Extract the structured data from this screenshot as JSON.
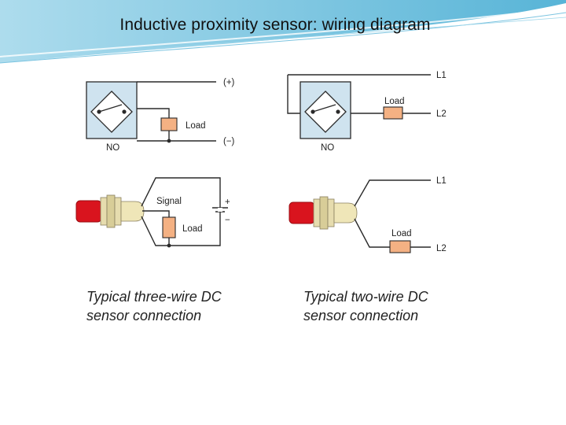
{
  "slide": {
    "title": "Inductive proximity sensor: wiring diagram",
    "caption_left": "Typical three-wire DC sensor connection",
    "caption_right": "Typical two-wire DC sensor connection"
  },
  "three_wire_symbol": {
    "plus_label": "(+)",
    "minus_label": "(−)",
    "load_label": "Load",
    "contact_label": "NO"
  },
  "two_wire_symbol": {
    "l1_label": "L1",
    "l2_label": "L2",
    "load_label": "Load",
    "contact_label": "NO"
  },
  "three_wire_physical": {
    "signal_label": "Signal",
    "load_label": "Load",
    "plus_label": "+",
    "minus_label": "−"
  },
  "two_wire_physical": {
    "l1_label": "L1",
    "l2_label": "L2",
    "load_label": "Load"
  },
  "colors": {
    "sensor_box": "#cfe3ef",
    "load_resistor": "#f4b183",
    "sensor_cap": "#d9141e",
    "sensor_body": "#efe6b8",
    "wire": "#2a2a2a",
    "accent_swoosh": "#5bb6d8"
  }
}
